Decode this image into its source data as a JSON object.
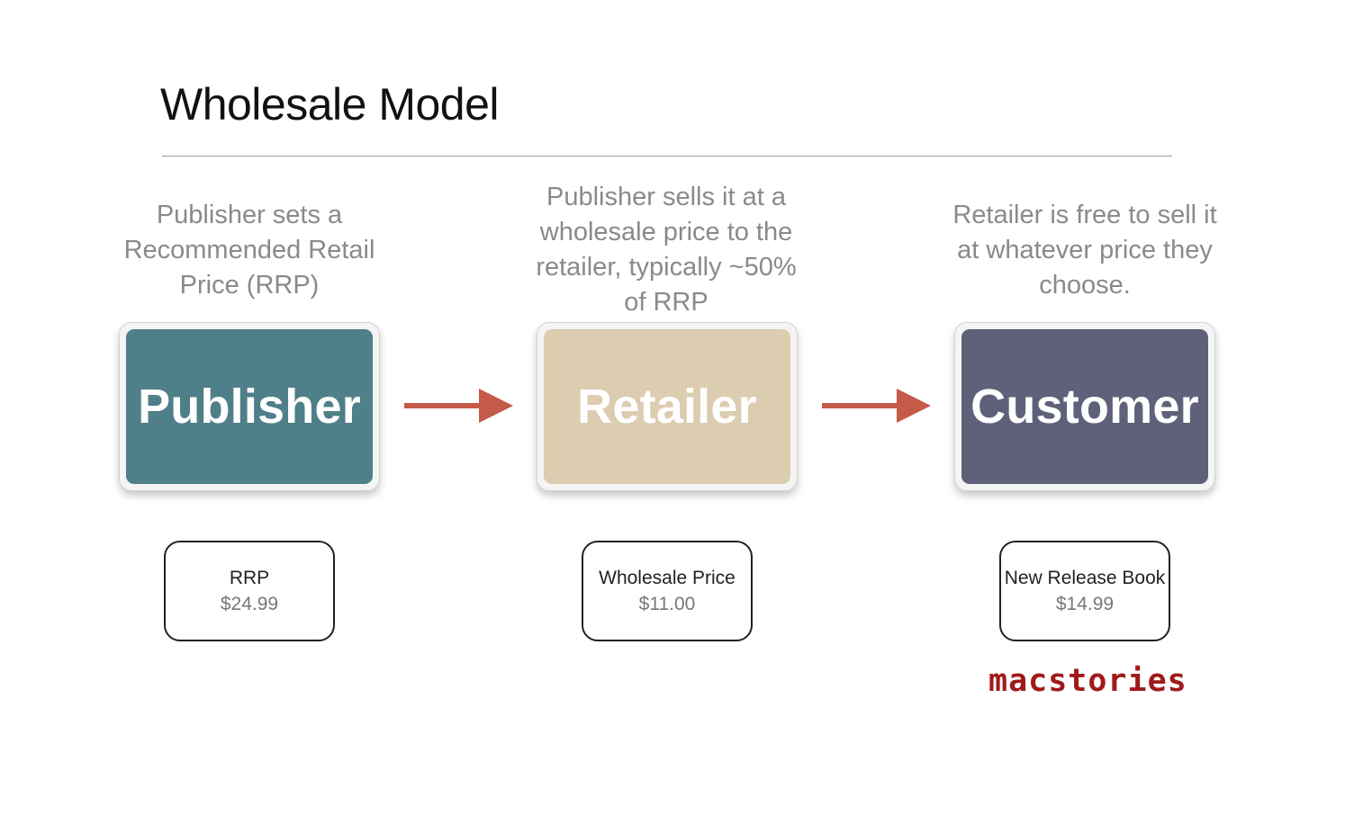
{
  "slide": {
    "title": "Wholesale Model"
  },
  "captions": [
    "Publisher sets a Recommended Retail Price (RRP)",
    "Publisher sells it at a wholesale price to the retailer, typically ~50% of RRP",
    "Retailer is free to sell it at whatever price they choose."
  ],
  "nodes": [
    {
      "label": "Publisher",
      "color": "#4f7f88"
    },
    {
      "label": "Retailer",
      "color": "#dcccb0"
    },
    {
      "label": "Customer",
      "color": "#5f6079"
    }
  ],
  "arrow_color": "#c65a48",
  "prices": [
    {
      "label": "RRP",
      "value": "$24.99"
    },
    {
      "label": "Wholesale Price",
      "value": "$11.00"
    },
    {
      "label": "New Release Book",
      "value": "$14.99"
    }
  ],
  "logo": {
    "text": "macstories",
    "color": "#a01a1a"
  }
}
